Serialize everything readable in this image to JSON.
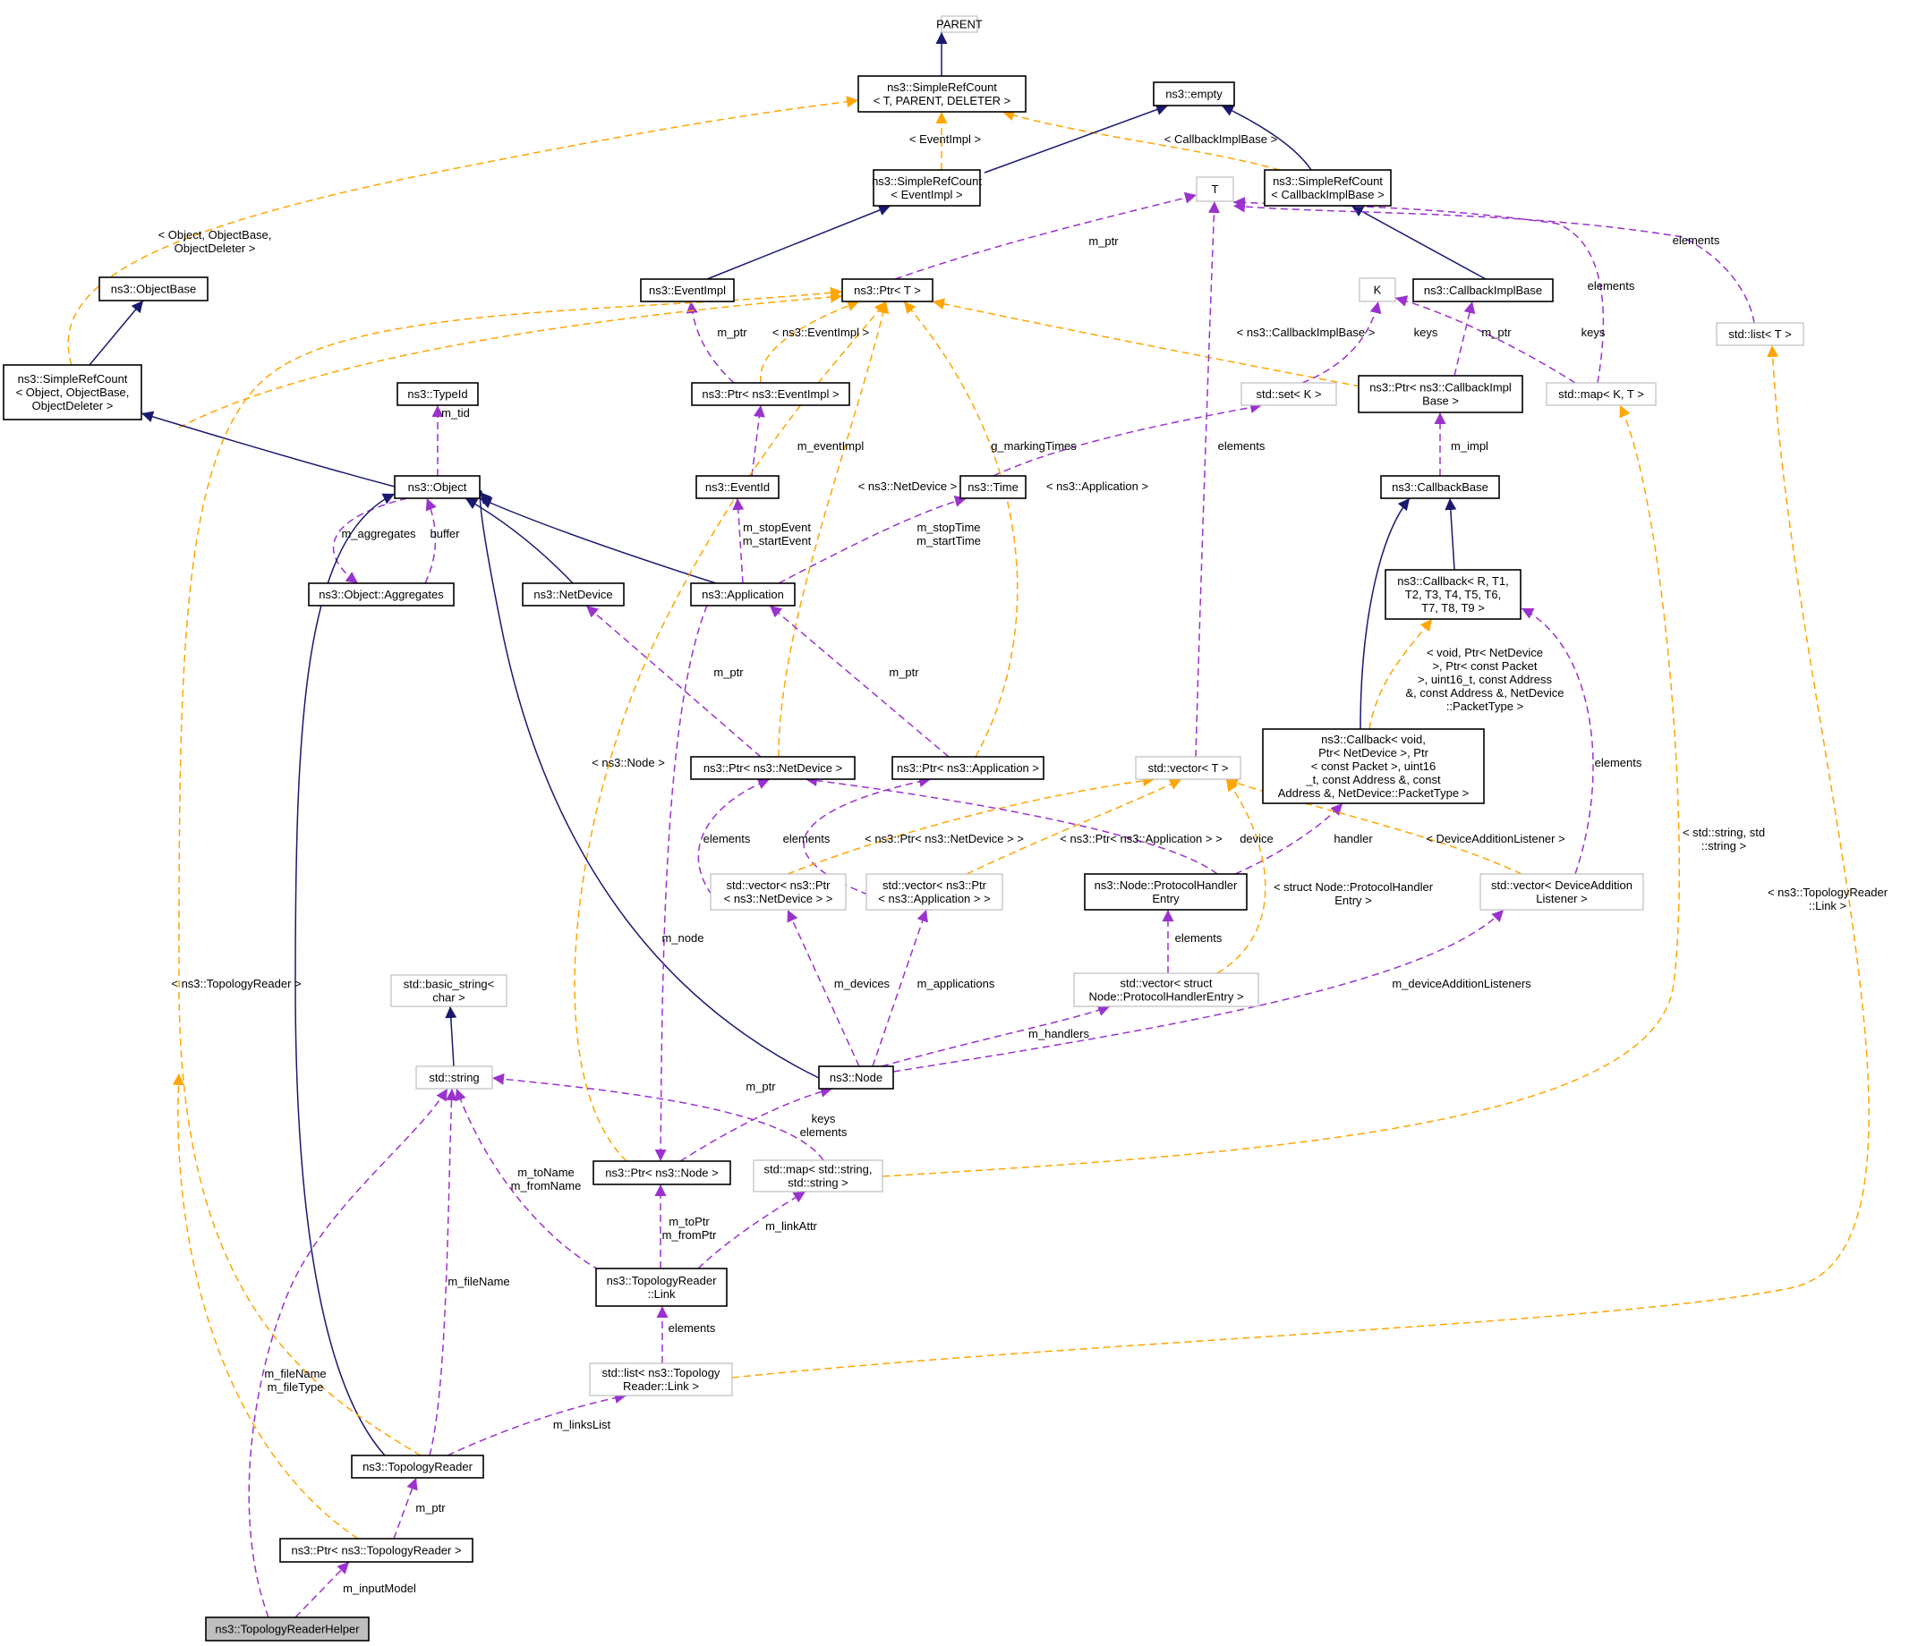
{
  "colors": {
    "inherit": "#191970",
    "use": "#9a32cd",
    "template": "#ffa500",
    "box_border": "#000000",
    "box_border_external": "#bfbfbf",
    "selected_fill": "#bfbfbf"
  },
  "nodes": [
    {
      "id": "PARENT",
      "lines": [
        "PARENT"
      ],
      "external": true
    },
    {
      "id": "SRC_TPD",
      "lines": [
        "ns3::SimpleRefCount",
        "< T, PARENT, DELETER >"
      ]
    },
    {
      "id": "EMPTY",
      "lines": [
        "ns3::empty"
      ]
    },
    {
      "id": "SRC_EVT",
      "lines": [
        "ns3::SimpleRefCount",
        "< EventImpl >"
      ]
    },
    {
      "id": "SRC_CB",
      "lines": [
        "ns3::SimpleRefCount",
        "< CallbackImplBase >"
      ]
    },
    {
      "id": "T",
      "lines": [
        "T"
      ],
      "external": true
    },
    {
      "id": "OBJBASE",
      "lines": [
        "ns3::ObjectBase"
      ]
    },
    {
      "id": "EVTIMPL",
      "lines": [
        "ns3::EventImpl"
      ]
    },
    {
      "id": "PTR_T",
      "lines": [
        "ns3::Ptr< T >"
      ]
    },
    {
      "id": "K",
      "lines": [
        "K"
      ],
      "external": true
    },
    {
      "id": "CBIMPLBASE",
      "lines": [
        "ns3::CallbackImplBase"
      ]
    },
    {
      "id": "LIST_T",
      "lines": [
        "std::list< T >"
      ],
      "external": true
    },
    {
      "id": "SRC_OBJ",
      "lines": [
        "ns3::SimpleRefCount",
        "< Object, ObjectBase,",
        "ObjectDeleter >"
      ]
    },
    {
      "id": "TYPEID",
      "lines": [
        "ns3::TypeId"
      ]
    },
    {
      "id": "PTR_EVT",
      "lines": [
        "ns3::Ptr< ns3::EventImpl >"
      ]
    },
    {
      "id": "SET_K",
      "lines": [
        "std::set< K >"
      ],
      "external": true
    },
    {
      "id": "PTR_CB",
      "lines": [
        "ns3::Ptr< ns3::CallbackImpl",
        "Base >"
      ]
    },
    {
      "id": "MAP_KT",
      "lines": [
        "std::map< K, T >"
      ],
      "external": true
    },
    {
      "id": "OBJECT",
      "lines": [
        "ns3::Object"
      ]
    },
    {
      "id": "EVENTID",
      "lines": [
        "ns3::EventId"
      ]
    },
    {
      "id": "TIME",
      "lines": [
        "ns3::Time"
      ]
    },
    {
      "id": "CBBASE",
      "lines": [
        "ns3::CallbackBase"
      ]
    },
    {
      "id": "AGGR",
      "lines": [
        "ns3::Object::Aggregates"
      ]
    },
    {
      "id": "NETDEV",
      "lines": [
        "ns3::NetDevice"
      ]
    },
    {
      "id": "APP",
      "lines": [
        "ns3::Application"
      ]
    },
    {
      "id": "CALLBACK_T",
      "lines": [
        "ns3::Callback< R, T1,",
        "T2, T3, T4, T5, T6,",
        "T7, T8, T9 >"
      ]
    },
    {
      "id": "PTR_NETDEV",
      "lines": [
        "ns3::Ptr< ns3::NetDevice >"
      ]
    },
    {
      "id": "PTR_APP",
      "lines": [
        "ns3::Ptr< ns3::Application >"
      ]
    },
    {
      "id": "VEC_T",
      "lines": [
        "std::vector< T >"
      ],
      "external": true
    },
    {
      "id": "CALLBACK_VOID",
      "lines": [
        "ns3::Callback< void,",
        "Ptr< NetDevice >, Ptr",
        "< const Packet >, uint16",
        "_t, const Address &, const",
        "Address &, NetDevice::PacketType >"
      ]
    },
    {
      "id": "VEC_PTR_ND",
      "lines": [
        "std::vector< ns3::Ptr",
        "< ns3::NetDevice > >"
      ],
      "external": true
    },
    {
      "id": "VEC_PTR_APP",
      "lines": [
        "std::vector< ns3::Ptr",
        "< ns3::Application > >"
      ],
      "external": true
    },
    {
      "id": "PHE",
      "lines": [
        "ns3::Node::ProtocolHandler",
        "Entry"
      ]
    },
    {
      "id": "VEC_DAL",
      "lines": [
        "std::vector< DeviceAddition",
        "Listener >"
      ],
      "external": true
    },
    {
      "id": "BASIC_STR",
      "lines": [
        "std::basic_string<",
        "char >"
      ],
      "external": true
    },
    {
      "id": "VEC_PHE",
      "lines": [
        "std::vector< struct",
        "Node::ProtocolHandlerEntry >"
      ],
      "external": true
    },
    {
      "id": "STDSTRING",
      "lines": [
        "std::string"
      ],
      "external": true
    },
    {
      "id": "NODE",
      "lines": [
        "ns3::Node"
      ]
    },
    {
      "id": "PTR_NODE",
      "lines": [
        "ns3::Ptr< ns3::Node >"
      ]
    },
    {
      "id": "MAP_SS",
      "lines": [
        "std::map< std::string,",
        "std::string >"
      ],
      "external": true
    },
    {
      "id": "LINK",
      "lines": [
        "ns3::TopologyReader",
        "::Link"
      ]
    },
    {
      "id": "LIST_LINK",
      "lines": [
        "std::list< ns3::Topology",
        "Reader::Link >"
      ],
      "external": true
    },
    {
      "id": "TOPOREADER",
      "lines": [
        "ns3::TopologyReader"
      ]
    },
    {
      "id": "PTR_TOPO",
      "lines": [
        "ns3::Ptr< ns3::TopologyReader >"
      ]
    },
    {
      "id": "TRH",
      "lines": [
        "ns3::TopologyReaderHelper"
      ],
      "selected": true
    }
  ],
  "edge_labels": [
    {
      "id": "l_evtimpl_tpl",
      "lines": [
        "< EventImpl >"
      ]
    },
    {
      "id": "l_cbib_tpl",
      "lines": [
        "< CallbackImplBase >"
      ]
    },
    {
      "id": "l_obj_tpl",
      "lines": [
        "< Object, ObjectBase,",
        "ObjectDeleter >"
      ]
    },
    {
      "id": "l_mptr_evtimpl",
      "lines": [
        "m_ptr"
      ]
    },
    {
      "id": "l_elements_list",
      "lines": [
        "elements"
      ]
    },
    {
      "id": "l_elements_map",
      "lines": [
        "elements"
      ]
    },
    {
      "id": "l_mptr_evt",
      "lines": [
        "m_ptr"
      ]
    },
    {
      "id": "l_ns3evtimpl",
      "lines": [
        "< ns3::EventImpl >"
      ]
    },
    {
      "id": "l_cbimplbase2",
      "lines": [
        "< ns3::CallbackImplBase >"
      ]
    },
    {
      "id": "l_keys_set",
      "lines": [
        "keys"
      ]
    },
    {
      "id": "l_mptr_cb",
      "lines": [
        "m_ptr"
      ]
    },
    {
      "id": "l_keys_map",
      "lines": [
        "keys"
      ]
    },
    {
      "id": "l_mtid",
      "lines": [
        "m_tid"
      ]
    },
    {
      "id": "l_meventimpl",
      "lines": [
        "m_eventImpl"
      ]
    },
    {
      "id": "l_gmarking",
      "lines": [
        "g_markingTimes"
      ]
    },
    {
      "id": "l_elements_vec",
      "lines": [
        "elements"
      ]
    },
    {
      "id": "l_mimpl",
      "lines": [
        "m_impl"
      ]
    },
    {
      "id": "l_maggr",
      "lines": [
        "m_aggregates"
      ]
    },
    {
      "id": "l_buffer",
      "lines": [
        "buffer"
      ]
    },
    {
      "id": "l_ns3netdev",
      "lines": [
        "< ns3::NetDevice >"
      ]
    },
    {
      "id": "l_stopevent",
      "lines": [
        "m_stopEvent",
        "m_startEvent"
      ]
    },
    {
      "id": "l_stoptime",
      "lines": [
        "m_stopTime",
        "m_startTime"
      ]
    },
    {
      "id": "l_ns3app",
      "lines": [
        "< ns3::Application >"
      ]
    },
    {
      "id": "l_mptr_nd",
      "lines": [
        "m_ptr"
      ]
    },
    {
      "id": "l_mptr_app",
      "lines": [
        "m_ptr"
      ]
    },
    {
      "id": "l_cb_tpl",
      "lines": [
        "< void, Ptr< NetDevice",
        ">, Ptr< const Packet",
        ">, uint16_t, const Address",
        "&, const Address &, NetDevice",
        "::PacketType >"
      ]
    },
    {
      "id": "l_elements_dal",
      "lines": [
        "elements"
      ]
    },
    {
      "id": "l_ns3node",
      "lines": [
        "< ns3::Node >"
      ]
    },
    {
      "id": "l_elements_vnd",
      "lines": [
        "elements"
      ]
    },
    {
      "id": "l_elements_vapp",
      "lines": [
        "elements"
      ]
    },
    {
      "id": "l_vnd_tpl",
      "lines": [
        "< ns3::Ptr< ns3::NetDevice > >"
      ]
    },
    {
      "id": "l_vapp_tpl",
      "lines": [
        "< ns3::Ptr< ns3::Application > >"
      ]
    },
    {
      "id": "l_device",
      "lines": [
        "device"
      ]
    },
    {
      "id": "l_handler",
      "lines": [
        "handler"
      ]
    },
    {
      "id": "l_dal_tpl",
      "lines": [
        "< DeviceAdditionListener >"
      ]
    },
    {
      "id": "l_stdss",
      "lines": [
        "< std::string, std",
        "::string >"
      ]
    },
    {
      "id": "l_topolink",
      "lines": [
        "< ns3::TopologyReader",
        "::Link >"
      ]
    },
    {
      "id": "l_struct_phe",
      "lines": [
        "< struct Node::ProtocolHandler",
        "Entry >"
      ]
    },
    {
      "id": "l_elements_phe",
      "lines": [
        "elements"
      ]
    },
    {
      "id": "l_mnode",
      "lines": [
        "m_node"
      ]
    },
    {
      "id": "l_mdevices",
      "lines": [
        "m_devices"
      ]
    },
    {
      "id": "l_mapplications",
      "lines": [
        "m_applications"
      ]
    },
    {
      "id": "l_mdal",
      "lines": [
        "m_deviceAdditionListeners"
      ]
    },
    {
      "id": "l_topo_tpl",
      "lines": [
        "< ns3::TopologyReader >"
      ]
    },
    {
      "id": "l_mhandlers",
      "lines": [
        "m_handlers"
      ]
    },
    {
      "id": "l_mptr_node",
      "lines": [
        "m_ptr"
      ]
    },
    {
      "id": "l_keys_elements",
      "lines": [
        "keys",
        "elements"
      ]
    },
    {
      "id": "l_mtoname",
      "lines": [
        "m_toName",
        "m_fromName"
      ]
    },
    {
      "id": "l_mtoptr",
      "lines": [
        "m_toPtr",
        "m_fromPtr"
      ]
    },
    {
      "id": "l_mlinkattr",
      "lines": [
        "m_linkAttr"
      ]
    },
    {
      "id": "l_mfilename",
      "lines": [
        "m_fileName"
      ]
    },
    {
      "id": "l_elements_link",
      "lines": [
        "elements"
      ]
    },
    {
      "id": "l_mfilename_type",
      "lines": [
        "m_fileName",
        "m_fileType"
      ]
    },
    {
      "id": "l_mlinkslist",
      "lines": [
        "m_linksList"
      ]
    },
    {
      "id": "l_mptr_topo",
      "lines": [
        "m_ptr"
      ]
    },
    {
      "id": "l_minputmodel",
      "lines": [
        "m_inputModel"
      ]
    }
  ]
}
